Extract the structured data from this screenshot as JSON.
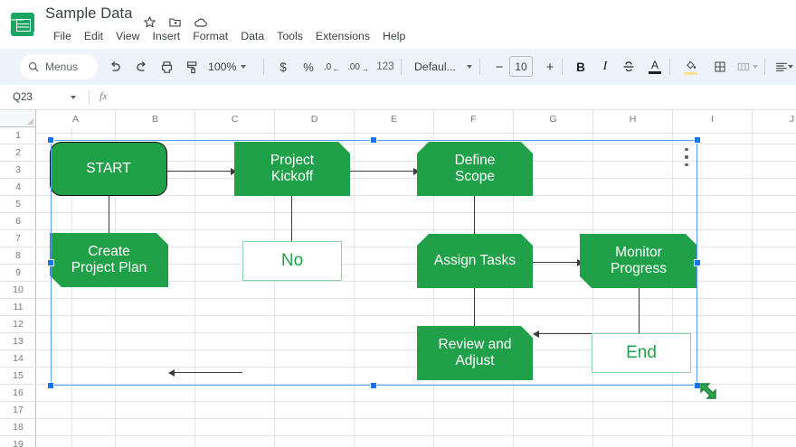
{
  "app": {
    "logo_icon": "sheets-logo-icon",
    "title": "Sample Data",
    "title_icons": [
      {
        "name": "star-icon",
        "glyph": "star"
      },
      {
        "name": "move-to-folder-icon",
        "glyph": "folder-move"
      },
      {
        "name": "cloud-saved-icon",
        "glyph": "cloud"
      }
    ]
  },
  "menubar": {
    "items": [
      {
        "name": "menu-file",
        "label": "File"
      },
      {
        "name": "menu-edit",
        "label": "Edit"
      },
      {
        "name": "menu-view",
        "label": "View"
      },
      {
        "name": "menu-insert",
        "label": "Insert"
      },
      {
        "name": "menu-format",
        "label": "Format"
      },
      {
        "name": "menu-data",
        "label": "Data"
      },
      {
        "name": "menu-tools",
        "label": "Tools"
      },
      {
        "name": "menu-extensions",
        "label": "Extensions"
      },
      {
        "name": "menu-help",
        "label": "Help"
      }
    ]
  },
  "toolbar": {
    "search_label": "Menus",
    "search_icon": "search-icon",
    "undo_icon": "undo-icon",
    "redo_icon": "redo-icon",
    "print_icon": "print-icon",
    "paint_format_icon": "paint-format-icon",
    "zoom_value": "100%",
    "currency_label": "$",
    "percent_label": "%",
    "decrease_decimal_label": ".0",
    "increase_decimal_label": ".00",
    "number_format_label": "123",
    "font_name": "Defaul...",
    "font_size": "10",
    "decrease_font_label": "−",
    "increase_font_label": "+",
    "bold_label": "B",
    "italic_label": "I",
    "strikethrough_icon": "strikethrough-icon",
    "text_color_label": "A",
    "fill_color_icon": "fill-color-icon",
    "borders_icon": "borders-icon",
    "merge_cells_icon": "merge-cells-icon",
    "align_icon": "horizontal-align-icon"
  },
  "formula_bar": {
    "name_box_value": "Q23",
    "fx_label": "fx",
    "formula_value": ""
  },
  "grid": {
    "columns": [
      "A",
      "B",
      "C",
      "D",
      "E",
      "F",
      "G",
      "H",
      "I",
      "J"
    ],
    "rows": [
      "1",
      "2",
      "3",
      "4",
      "5",
      "6",
      "7",
      "8",
      "9",
      "10",
      "11",
      "12",
      "13",
      "14",
      "15",
      "16",
      "17",
      "18",
      "19"
    ]
  },
  "drawing": {
    "selected": true,
    "overflow_menu_icon": "three-dots-icon",
    "resize_cursor_icon": "diagonal-resize-cursor-icon",
    "colors": {
      "shape_fill": "#21a04a",
      "shape_text": "#ffffff",
      "shape_outline": "#1b1b1b",
      "white_box_fill": "#ffffff",
      "white_box_border": "#8fd3a8",
      "white_box_text": "#1fa24c",
      "connector": "#3c3c3c",
      "selection": "#5b9cf8",
      "handle": "#1a73e8"
    },
    "nodes": [
      {
        "id": "start",
        "name": "flowchart-node-start",
        "label": "START",
        "style": "green-rounded"
      },
      {
        "id": "kickoff",
        "name": "flowchart-node-project-kickoff",
        "label": "Project\nKickoff",
        "style": "green-cut-tr"
      },
      {
        "id": "scope",
        "name": "flowchart-node-define-scope",
        "label": "Define\nScope",
        "style": "green-cut-top"
      },
      {
        "id": "plan",
        "name": "flowchart-node-create-project-plan",
        "label": "Create\nProject Plan",
        "style": "green-cut-tr-bl"
      },
      {
        "id": "no",
        "name": "flowchart-node-no",
        "label": "No",
        "style": "white"
      },
      {
        "id": "assign",
        "name": "flowchart-node-assign-tasks",
        "label": "Assign Tasks",
        "style": "green-cut-top"
      },
      {
        "id": "monitor",
        "name": "flowchart-node-monitor-progress",
        "label": "Monitor\nProgress",
        "style": "green-cut-tr-bl"
      },
      {
        "id": "review",
        "name": "flowchart-node-review-and-adjust",
        "label": "Review and\nAdjust",
        "style": "green-cut-tr"
      },
      {
        "id": "end",
        "name": "flowchart-node-end",
        "label": "End",
        "style": "white"
      }
    ],
    "edges": [
      {
        "from": "start",
        "to": "kickoff",
        "direction": "right"
      },
      {
        "from": "kickoff",
        "to": "scope",
        "direction": "right"
      },
      {
        "from": "start",
        "to": "plan",
        "direction": "down"
      },
      {
        "from": "kickoff",
        "to": "no",
        "direction": "down"
      },
      {
        "from": "no",
        "to": "plan",
        "direction": "left"
      },
      {
        "from": "scope",
        "to": "assign",
        "direction": "down"
      },
      {
        "from": "assign",
        "to": "monitor",
        "direction": "right"
      },
      {
        "from": "assign",
        "to": "review",
        "direction": "down"
      },
      {
        "from": "monitor",
        "to": "end",
        "direction": "down"
      },
      {
        "from": "end",
        "to": "review",
        "direction": "left"
      }
    ]
  }
}
